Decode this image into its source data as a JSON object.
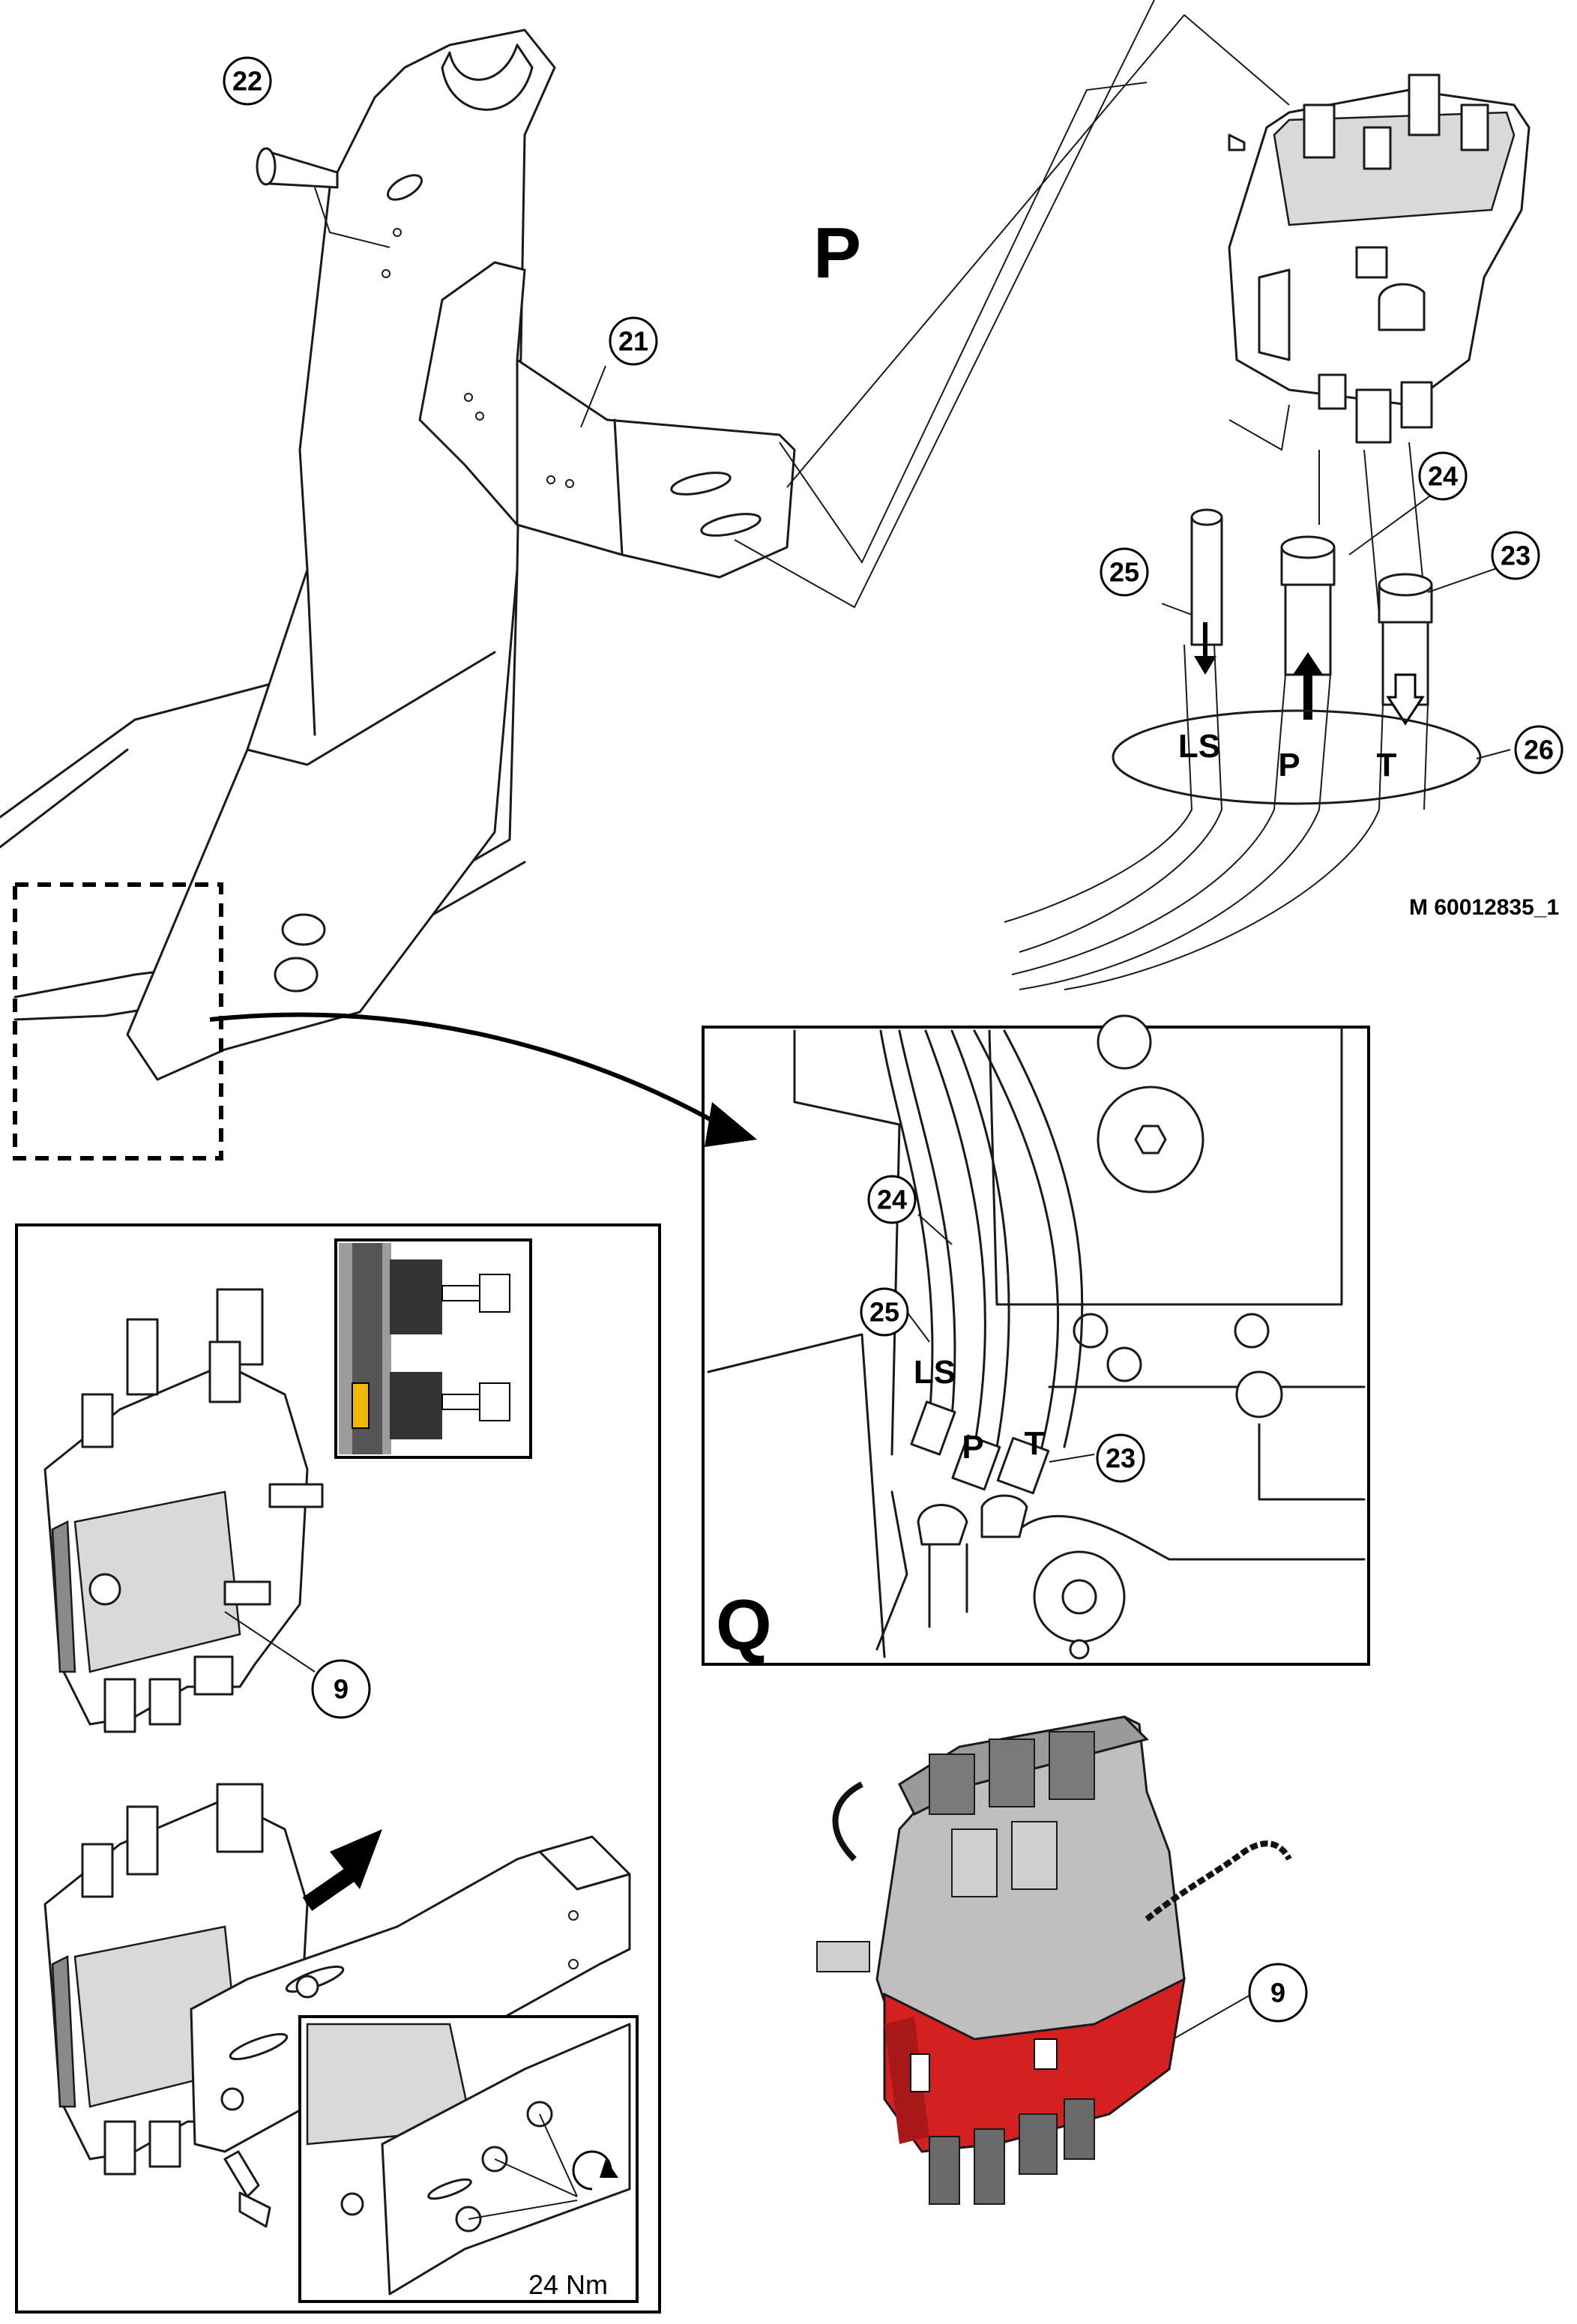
{
  "labels": {
    "view_p": "P",
    "view_q": "Q",
    "drawing_number": "M 60012835_1",
    "torque": "24 Nm",
    "port_ls": "LS",
    "port_p": "P",
    "port_t": "T"
  },
  "callouts": {
    "c22": "22",
    "c21": "21",
    "c24": "24",
    "c25": "25",
    "c23": "23",
    "c26": "26",
    "q24": "24",
    "q25": "25",
    "q23": "23",
    "c9a": "9",
    "c9b": "9"
  },
  "colors": {
    "line": "#1a1a1a",
    "highlight_red": "#d42020",
    "valve_grey": "#bfbfbf",
    "yellow_seal": "#f0b800"
  },
  "icons": {
    "rotation": "clockwise-arrow-icon",
    "flow_in": "solid-arrow-up-icon",
    "flow_out": "hollow-arrow-down-icon"
  }
}
